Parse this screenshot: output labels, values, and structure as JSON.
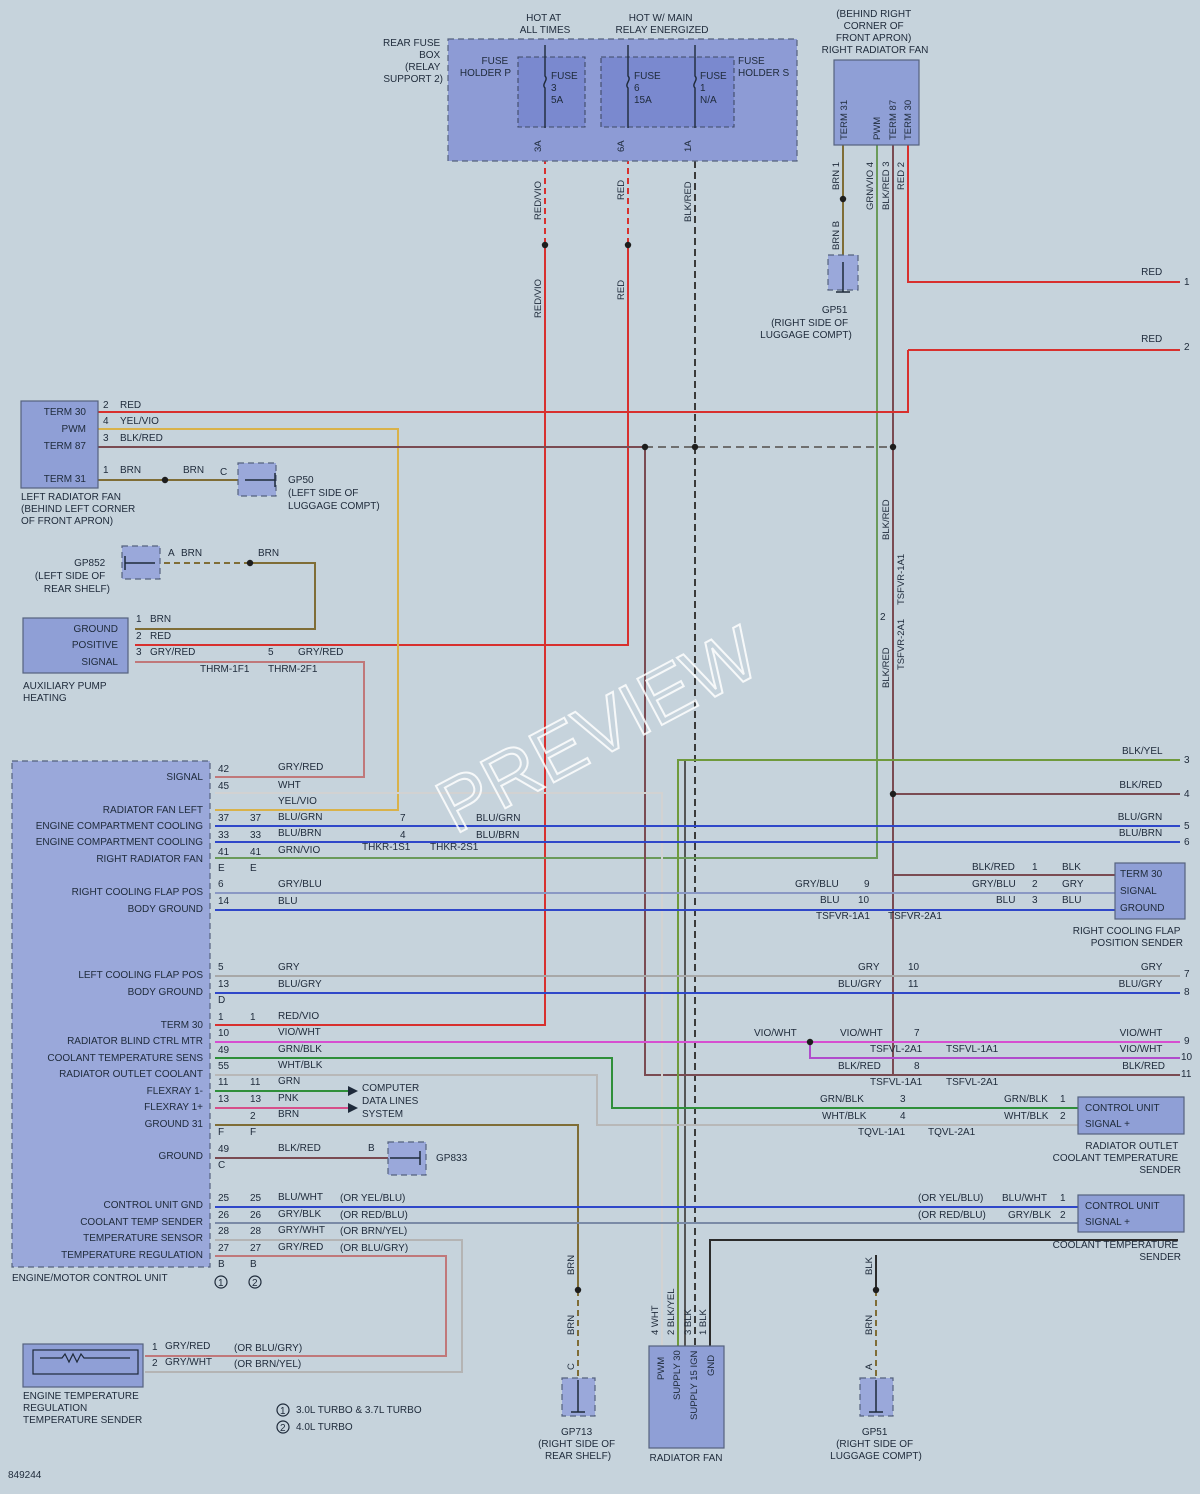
{
  "diagram_id": "849244",
  "watermark": "PREVIEW",
  "fuse_box": {
    "title": [
      "REAR FUSE",
      "BOX",
      "(RELAY",
      "SUPPORT 2)"
    ],
    "hot_at_all_times": [
      "HOT AT",
      "ALL TIMES"
    ],
    "hot_relay": [
      "HOT W/ MAIN",
      "RELAY ENERGIZED"
    ],
    "holder_p": [
      "FUSE",
      "HOLDER P"
    ],
    "holder_s": [
      "FUSE",
      "HOLDER S"
    ],
    "fuse_3": [
      "FUSE",
      "3",
      "5A"
    ],
    "fuse_6": [
      "FUSE",
      "6",
      "15A"
    ],
    "fuse_1": [
      "FUSE",
      "1",
      "N/A"
    ],
    "pins": [
      "3A",
      "6A",
      "1A"
    ]
  },
  "right_fan": {
    "location": [
      "(BEHIND RIGHT",
      "CORNER OF",
      "FRONT APRON)",
      "RIGHT RADIATOR FAN"
    ],
    "pins": [
      "TERM 31",
      "PWM",
      "TERM 87",
      "TERM 30"
    ],
    "pin_numbers": [
      "1",
      "4",
      "3",
      "2"
    ]
  },
  "left_fan": {
    "pins": [
      "TERM 30",
      "PWM",
      "TERM 87",
      "TERM 31"
    ],
    "pin_numbers": [
      "2",
      "4",
      "3",
      "1"
    ],
    "label": [
      "LEFT RADIATOR FAN",
      "(BEHIND LEFT CORNER",
      "OF FRONT APRON)"
    ]
  },
  "aux_pump": {
    "pins": [
      "GROUND",
      "POSITIVE",
      "SIGNAL"
    ],
    "pin_numbers": [
      "1",
      "2",
      "3"
    ],
    "label": [
      "AUXILIARY PUMP",
      "HEATING"
    ]
  },
  "grounds": {
    "gp51_top": [
      "GP51",
      "(RIGHT SIDE OF",
      "LUGGAGE COMPT)"
    ],
    "gp50": [
      "GP50",
      "(LEFT SIDE OF",
      "LUGGAGE COMPT)"
    ],
    "gp852": [
      "GP852",
      "(LEFT SIDE OF",
      "REAR SHELF)"
    ],
    "gp833": "GP833",
    "gp713": [
      "GP713",
      "(RIGHT SIDE OF",
      "REAR SHELF)"
    ],
    "gp51_bottom": [
      "GP51",
      "(RIGHT SIDE OF",
      "LUGGAGE COMPT)"
    ]
  },
  "ecm": {
    "label": "ENGINE/MOTOR CONTROL UNIT",
    "pins": [
      "SIGNAL",
      "RADIATOR FAN LEFT",
      "ENGINE COMPARTMENT COOLING",
      "ENGINE COMPARTMENT COOLING",
      "RIGHT RADIATOR FAN",
      "RIGHT COOLING FLAP POS",
      "BODY GROUND",
      "LEFT COOLING FLAP POS",
      "BODY GROUND",
      "TERM 30",
      "RADIATOR BLIND CTRL MTR",
      "COOLANT TEMPERATURE SENS",
      "RADIATOR OUTLET COOLANT",
      "FLEXRAY 1-",
      "FLEXRAY 1+",
      "GROUND 31",
      "GROUND",
      "CONTROL UNIT GND",
      "COOLANT TEMP SENDER",
      "TEMPERATURE SENSOR",
      "TEMPERATURE REGULATION"
    ]
  },
  "flap_right": {
    "pins": [
      "TERM 30",
      "SIGNAL",
      "GROUND"
    ],
    "label": [
      "RIGHT COOLING FLAP",
      "POSITION SENDER"
    ]
  },
  "rad_outlet": {
    "pins": [
      "CONTROL UNIT",
      "SIGNAL +"
    ],
    "label": [
      "RADIATOR OUTLET",
      "COOLANT TEMPERATURE",
      "SENDER"
    ]
  },
  "coolant_sender": {
    "pins": [
      "CONTROL UNIT",
      "SIGNAL +"
    ],
    "label": [
      "COOLANT TEMPERATURE",
      "SENDER"
    ]
  },
  "eng_temp_sender": {
    "label": [
      "ENGINE TEMPERATURE",
      "REGULATION",
      "TEMPERATURE SENDER"
    ]
  },
  "computer_data": [
    "COMPUTER",
    "DATA LINES",
    "SYSTEM"
  ],
  "radiator_fan": {
    "pins": [
      "PWM",
      "SUPPLY 30",
      "SUPPLY 15 IGN",
      "GND"
    ],
    "label": "RADIATOR FAN"
  },
  "legend": [
    "3.0L TURBO & 3.7L TURBO",
    "4.0L TURBO"
  ],
  "legend_markers": [
    "1",
    "2"
  ],
  "colors": {
    "red": "#d8302e",
    "yellow": "#d9b24a",
    "blkred": "#7a4b52",
    "brown": "#7f6d36",
    "gryred": "#c0787a",
    "blue": "#2f47c9",
    "grnvio": "#6a9a5a",
    "gry": "#a8a8a8",
    "blkyel": "#6f9a3c",
    "pink": "#d64fd0",
    "violet": "#b04ccc",
    "grnblk": "#2f8f3a",
    "black": "#2b2b2b",
    "wht": "#dcdcdc",
    "grywht": "#b4b4b4"
  }
}
